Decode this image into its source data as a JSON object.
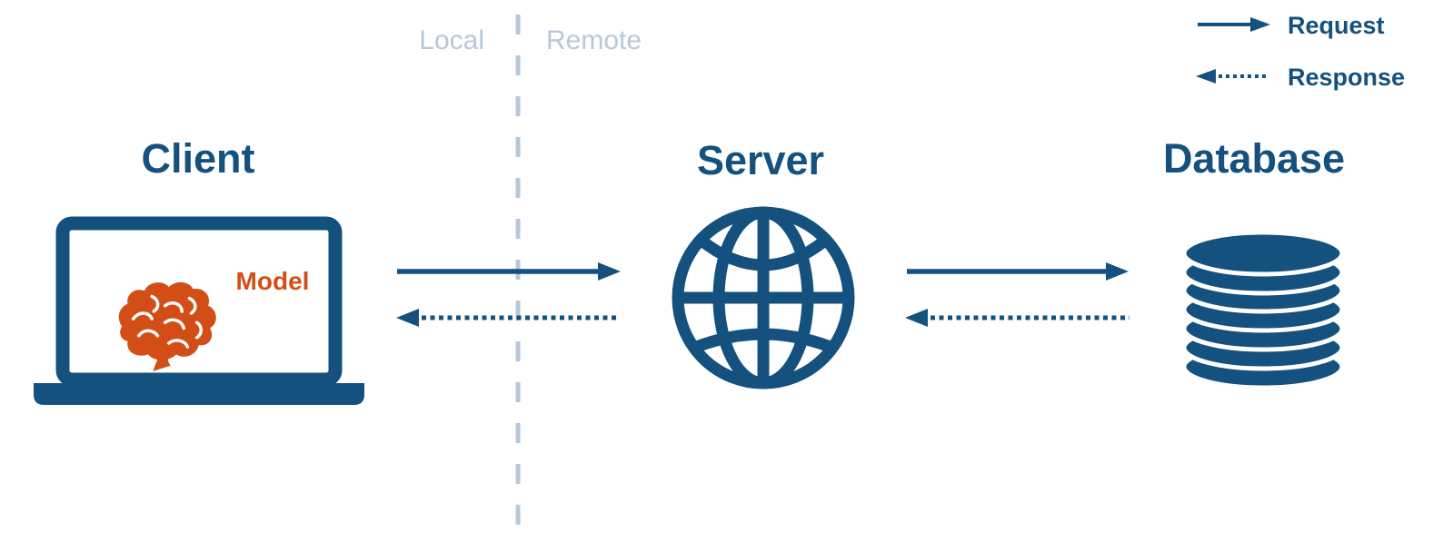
{
  "colors": {
    "primary_blue": "#14517f",
    "accent_orange": "#d24e16",
    "muted_blue_gray": "#b8c7d8"
  },
  "divider": {
    "left_label": "Local",
    "right_label": "Remote"
  },
  "legend": {
    "items": [
      {
        "label": "Request",
        "line_style": "solid",
        "direction": "right"
      },
      {
        "label": "Response",
        "line_style": "dotted",
        "direction": "left"
      }
    ]
  },
  "nodes": [
    {
      "id": "client",
      "title": "Client",
      "icon": "laptop-icon",
      "zone": "Local",
      "inner": {
        "label": "Model",
        "icon": "brain-icon"
      }
    },
    {
      "id": "server",
      "title": "Server",
      "icon": "globe-icon",
      "zone": "Remote"
    },
    {
      "id": "database",
      "title": "Database",
      "icon": "database-icon",
      "zone": "Remote"
    }
  ],
  "connections": [
    {
      "from": "Client",
      "to": "Server",
      "type": "Request",
      "style": "solid"
    },
    {
      "from": "Server",
      "to": "Client",
      "type": "Response",
      "style": "dotted"
    },
    {
      "from": "Server",
      "to": "Database",
      "type": "Request",
      "style": "solid"
    },
    {
      "from": "Database",
      "to": "Server",
      "type": "Response",
      "style": "dotted"
    }
  ]
}
